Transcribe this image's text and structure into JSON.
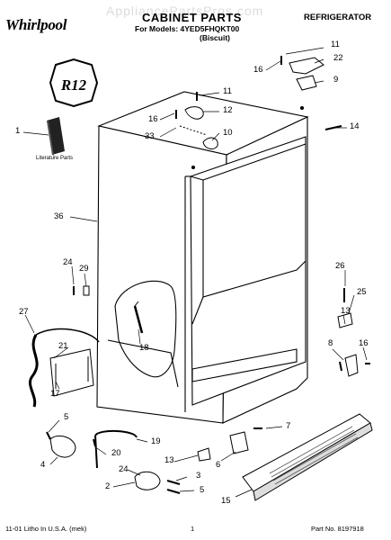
{
  "header": {
    "brand": "Whirlpool",
    "title": "CABINET PARTS",
    "models": "For Models: 4YED5FHQKT00",
    "color": "(Biscuit)",
    "category": "REFRIGERATOR",
    "watermark": "AppliancePartsPros.com"
  },
  "logo_text": "R12",
  "literature_label": "Literature Parts",
  "footer": {
    "left": "11-01 Litho In U.S.A. (mek)",
    "page": "1",
    "right": "Part No. 8197918"
  },
  "callouts": [
    "11",
    "22",
    "16",
    "9",
    "11",
    "12",
    "16",
    "33",
    "10",
    "14",
    "1",
    "36",
    "24",
    "29",
    "26",
    "25",
    "27",
    "13",
    "8",
    "16",
    "21",
    "17",
    "18",
    "7",
    "5",
    "19",
    "6",
    "4",
    "20",
    "13",
    "3",
    "24",
    "2",
    "5",
    "15"
  ]
}
